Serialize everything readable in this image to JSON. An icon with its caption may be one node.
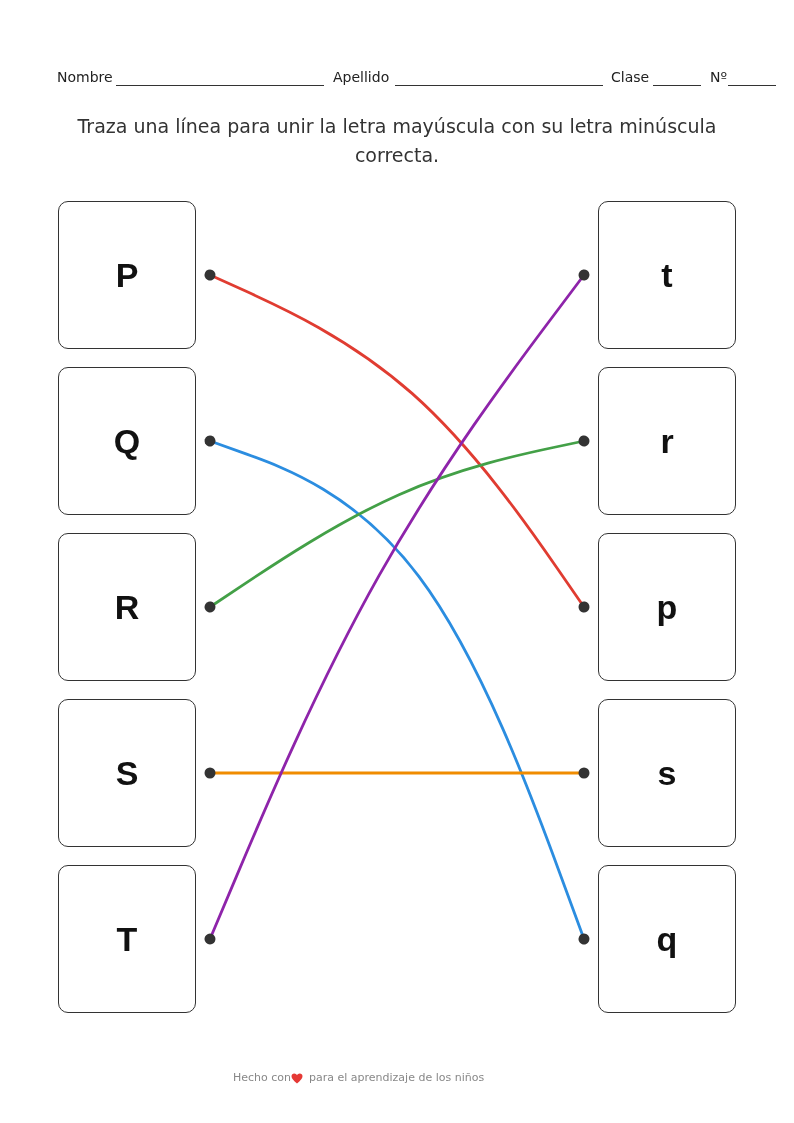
{
  "diagram": {
    "title": "Traza una línea para unir la letra mayúscula con su letra minúscula correcta.",
    "nodes": [
      {
        "text": [
          "P"
        ]
      },
      {
        "text": [
          "Q"
        ]
      },
      {
        "text": [
          "R"
        ]
      },
      {
        "text": [
          "S"
        ]
      },
      {
        "text": [
          "T"
        ]
      },
      {
        "text": [
          "t"
        ]
      },
      {
        "text": [
          "r"
        ]
      },
      {
        "text": [
          "p"
        ]
      },
      {
        "text": [
          "s"
        ]
      },
      {
        "text": [
          "q"
        ]
      }
    ],
    "edges": [
      {
        "from": 0,
        "to": 7,
        "arrow": "other",
        "color": "#e03c31"
      },
      {
        "from": 1,
        "to": 9,
        "arrow": "other",
        "color": "#2b8de0"
      },
      {
        "from": 2,
        "to": 6,
        "arrow": "other",
        "color": "#43a047"
      },
      {
        "from": 3,
        "to": 8,
        "arrow": "other",
        "color": "#f08c00"
      },
      {
        "from": 4,
        "to": 5,
        "arrow": "other",
        "color": "#8e24aa"
      }
    ],
    "labels": [
      "Nombre",
      "Apellido",
      "Clase",
      "Nº",
      "Hecho con",
      "para el aprendizaje de los niños"
    ]
  }
}
